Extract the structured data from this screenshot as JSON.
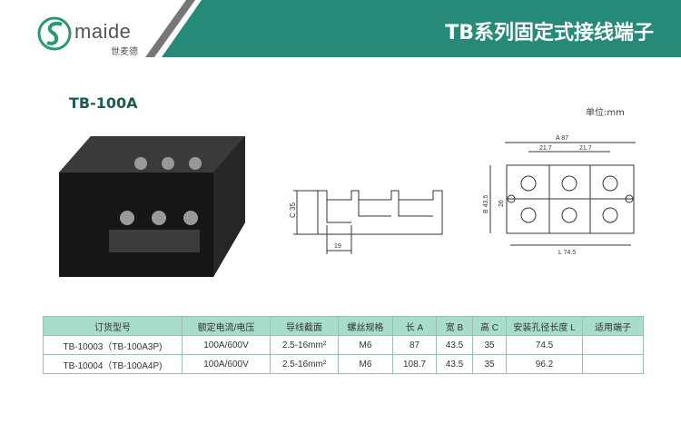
{
  "brand": {
    "name": "maide",
    "name_cn": "世麦德"
  },
  "header": {
    "title": "TB系列固定式接线端子"
  },
  "product": {
    "model": "TB-100A",
    "unit_label": "单位:mm"
  },
  "drawing": {
    "side": {
      "height_label": "C 35",
      "pitch_label": "19"
    },
    "top": {
      "length_label": "A 87",
      "pitch1": "21.7",
      "pitch2": "21.7",
      "width_label": "B 43.5",
      "inner_label": "26",
      "mount_label": "L 74.5"
    }
  },
  "table": {
    "headers": [
      "订货型号",
      "额定电流/电压",
      "导线截面",
      "螺丝规格",
      "长 A",
      "宽 B",
      "高 C",
      "安装孔径长度 L",
      "适用端子"
    ],
    "rows": [
      [
        "TB-10003（TB-100A3P)",
        "100A/600V",
        "2.5-16mm²",
        "M6",
        "87",
        "43.5",
        "35",
        "74.5",
        ""
      ],
      [
        "TB-10004（TB-100A4P)",
        "100A/600V",
        "2.5-16mm²",
        "M6",
        "108.7",
        "43.5",
        "35",
        "96.2",
        ""
      ]
    ]
  },
  "colors": {
    "brand": "#268a78",
    "header_row": "#a8dccc"
  }
}
